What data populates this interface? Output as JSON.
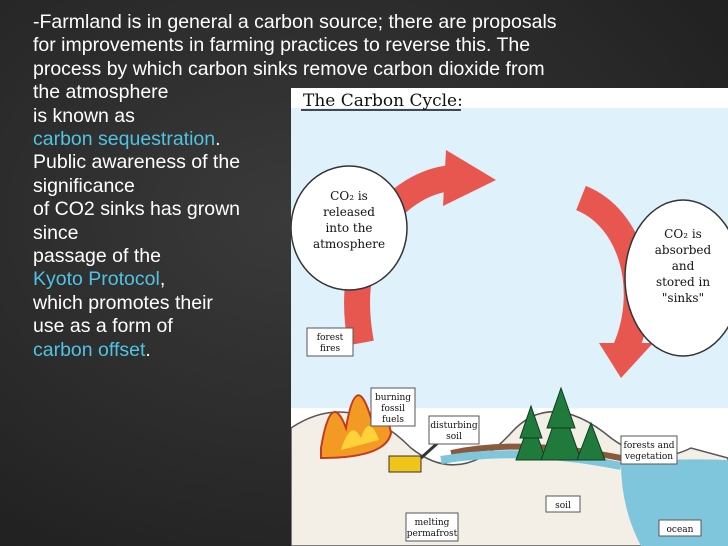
{
  "slide": {
    "lines": [
      "-Farmland is in general a carbon source; there are proposals",
      "for improvements in farming practices to reverse this. The",
      "process by which carbon sinks remove carbon dioxide from",
      "the atmosphere",
      "is known as"
    ],
    "link_carbon_sequestration": "carbon sequestration",
    "after_sequestration": ".",
    "lines2": [
      "Public awareness of the",
      "significance",
      "of CO2 sinks has grown",
      "since",
      "passage of the"
    ],
    "link_kyoto": "Kyoto Protocol",
    "after_kyoto": ",",
    "lines3": [
      "which promotes their",
      "use as a form of"
    ],
    "link_carbon_offset": "carbon offset",
    "after_offset": "."
  },
  "figure": {
    "title": "The Carbon Cycle:",
    "label_released": [
      "CO₂ is",
      "released",
      "into the",
      "atmosphere"
    ],
    "label_absorbed": [
      "CO₂ is",
      "absorbed",
      "and",
      "stored in",
      "\"sinks\""
    ],
    "label_forest_fires": [
      "forest",
      "fires"
    ],
    "label_burning": [
      "burning",
      "fossil",
      "fuels"
    ],
    "label_disturbing": [
      "disturbing",
      "soil"
    ],
    "label_forests": [
      "forests and",
      "vegetation"
    ],
    "label_melting": [
      "melting",
      "permafrost"
    ],
    "label_soil": "soil",
    "label_ocean": "ocean",
    "colors": {
      "sky": "#dff1fb",
      "arrow": "#e8574f",
      "tree": "#1f7a3c",
      "fire": "#f39a25",
      "ocean": "#7fc6dc"
    }
  }
}
